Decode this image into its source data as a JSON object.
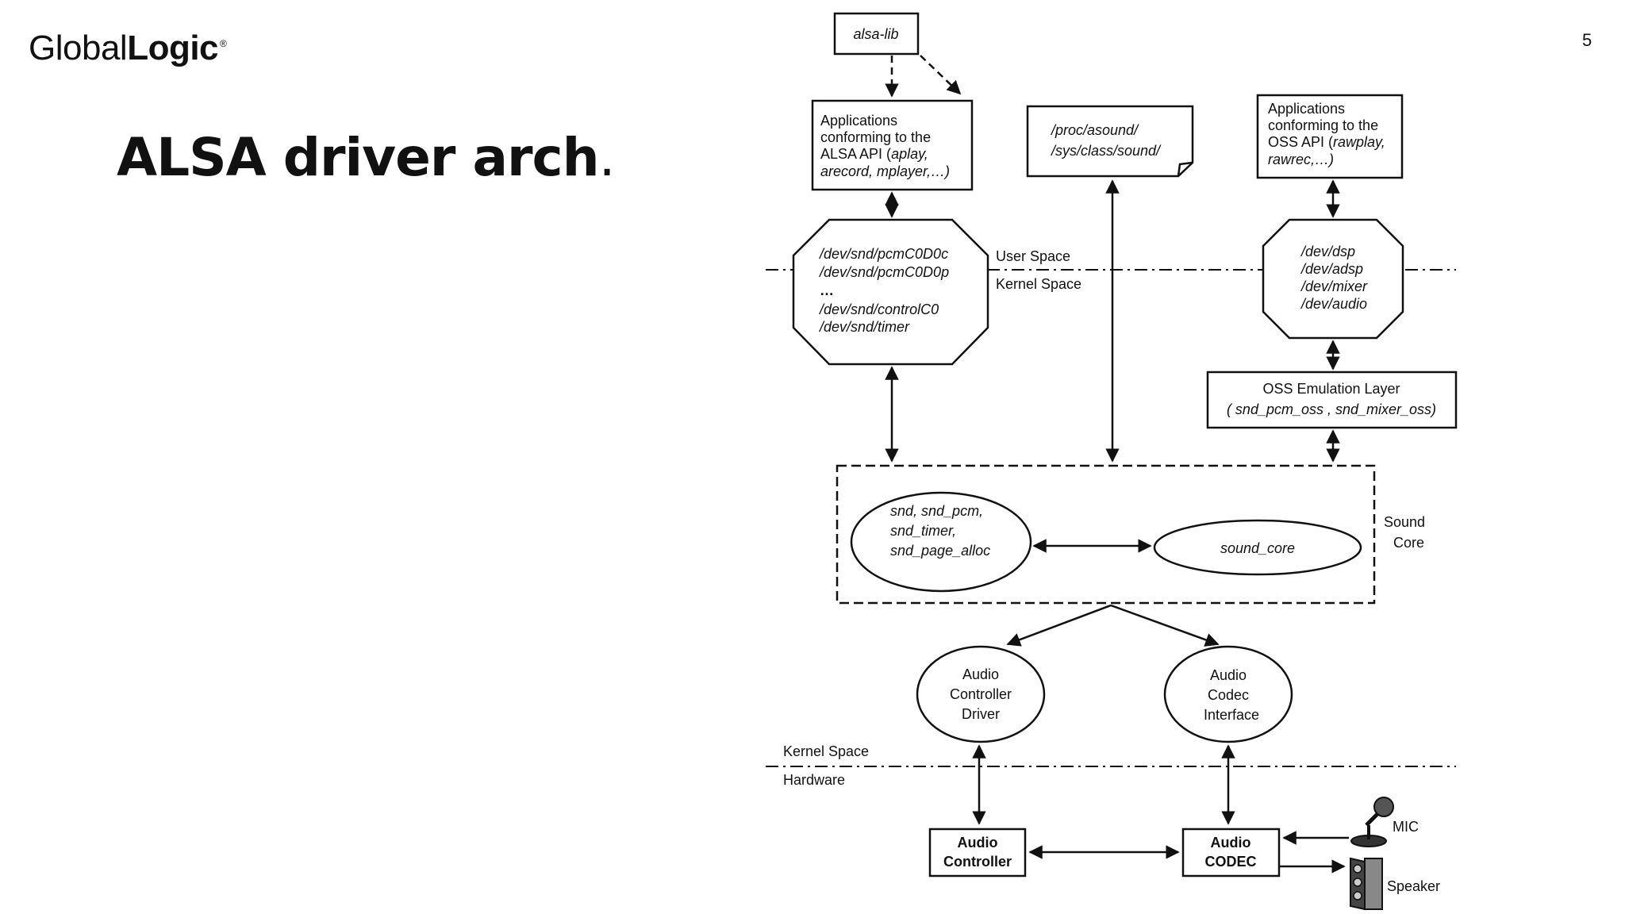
{
  "header": {
    "logo_light": "Global",
    "logo_bold": "Logic",
    "logo_mark": "®",
    "page_number": "5"
  },
  "slide": {
    "title": "ALSA driver arch",
    "title_dot": "."
  },
  "diagram": {
    "alsa_lib": "alsa-lib",
    "alsa_apps": [
      "Applications",
      "conforming to the",
      "ALSA API (",
      "aplay,",
      "arecord, mplayer,…)"
    ],
    "alsa_apps_line3_prefix": "ALSA API (",
    "alsa_apps_line3_italic": "aplay,",
    "alsa_apps_line4": "arecord, mplayer,…)",
    "proc_note": [
      "/proc/asound/",
      "/sys/class/sound/"
    ],
    "oss_apps_line1": "Applications",
    "oss_apps_line2": "conforming to the",
    "oss_apps_line3_prefix": "OSS API (",
    "oss_apps_line3_italic": "rawplay,",
    "oss_apps_line4": "rawrec,…)",
    "alsa_dev_nodes": [
      "/dev/snd/pcmC0D0c",
      "/dev/snd/pcmC0D0p",
      "…",
      "/dev/snd/controlC0",
      "/dev/snd/timer"
    ],
    "oss_dev_nodes": [
      "/dev/dsp",
      "/dev/adsp",
      "/dev/mixer",
      "/dev/audio"
    ],
    "user_space": "User Space",
    "kernel_space": "Kernel Space",
    "oss_emulation_title": "OSS Emulation Layer",
    "oss_emulation_modules": "( snd_pcm_oss , snd_mixer_oss)",
    "sound_core_modules": [
      "snd, snd_pcm,",
      "snd_timer,",
      "snd_page_alloc"
    ],
    "sound_core_ellipse": "sound_core",
    "sound_core_label": [
      "Sound",
      "Core"
    ],
    "audio_controller_driver": [
      "Audio",
      "Controller",
      "Driver"
    ],
    "audio_codec_interface": [
      "Audio",
      "Codec",
      "Interface"
    ],
    "kernel_space_lower": "Kernel Space",
    "hardware": "Hardware",
    "audio_controller_hw": [
      "Audio",
      "Controller"
    ],
    "audio_codec_hw": [
      "Audio",
      "CODEC"
    ],
    "mic": "MIC",
    "speaker": "Speaker"
  }
}
